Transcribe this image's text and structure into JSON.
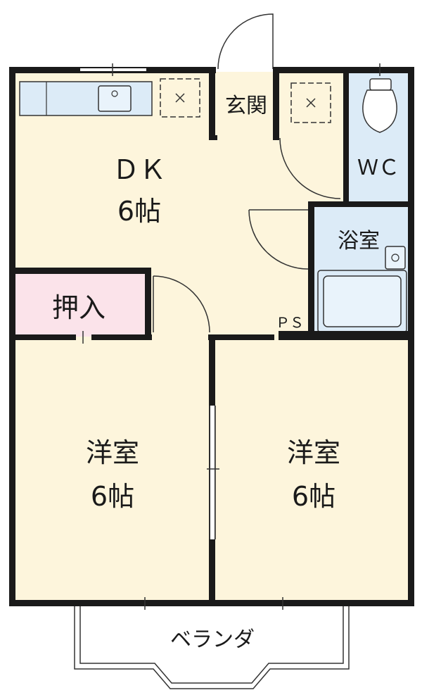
{
  "rooms": {
    "dk": {
      "name": "ＤＫ",
      "size": "6帖"
    },
    "genkan": {
      "name": "玄関"
    },
    "wc": {
      "name": "ＷＣ"
    },
    "bath": {
      "name": "浴室"
    },
    "closet": {
      "name": "押入"
    },
    "west_room": {
      "name": "洋室",
      "size": "6帖"
    },
    "east_room": {
      "name": "洋室",
      "size": "6帖"
    },
    "ps": {
      "name": "ＰＳ"
    },
    "balcony": {
      "name": "ベランダ"
    }
  },
  "colors": {
    "floor_cream": "#fdf5dc",
    "wet_area_blue": "#dcebf7",
    "closet_pink": "#fbe3ea",
    "wall": "#1a1a1a"
  }
}
